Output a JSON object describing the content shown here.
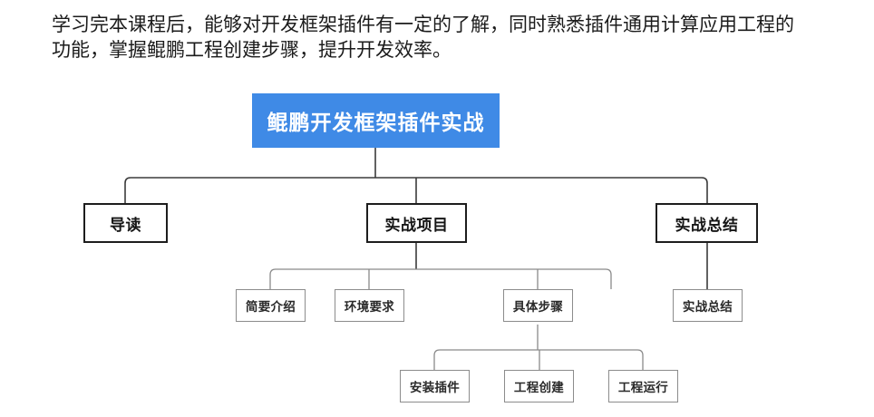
{
  "intro": {
    "text": "学习完本课程后，能够对开发框架插件有一定的了解，同时熟悉插件通用计算应用工程的功能，掌握鲲鹏工程创建步骤，提升开发效率。"
  },
  "colors": {
    "root_fill": "#3f8ae6",
    "root_text": "#ffffff",
    "background": "#ffffff",
    "level2_border": "#1d1d1d",
    "level3_border": "#8c8c8c",
    "connector": "#3b3b3b",
    "connector_thin": "#8a8a8a",
    "body_text": "#1b1b1b"
  },
  "diagram": {
    "type": "tree",
    "root": {
      "label": "鲲鹏开发框架插件实战",
      "children": [
        {
          "label": "导读",
          "children": []
        },
        {
          "label": "实战项目",
          "children": [
            {
              "label": "简要介绍",
              "children": []
            },
            {
              "label": "环境要求",
              "children": []
            },
            {
              "label": "具体步骤",
              "children": [
                {
                  "label": "安装插件"
                },
                {
                  "label": "工程创建"
                },
                {
                  "label": "工程运行"
                }
              ]
            }
          ]
        },
        {
          "label": "实战总结",
          "children": [
            {
              "label": "实战总结",
              "children": []
            }
          ]
        }
      ]
    },
    "nodes": {
      "root": "鲲鹏开发框架插件实战",
      "l2_0": "导读",
      "l2_1": "实战项目",
      "l2_2": "实战总结",
      "l3_0": "简要介绍",
      "l3_1": "环境要求",
      "l3_2": "具体步骤",
      "l3_3": "实战总结",
      "l4_0": "安装插件",
      "l4_1": "工程创建",
      "l4_2": "工程运行"
    }
  }
}
